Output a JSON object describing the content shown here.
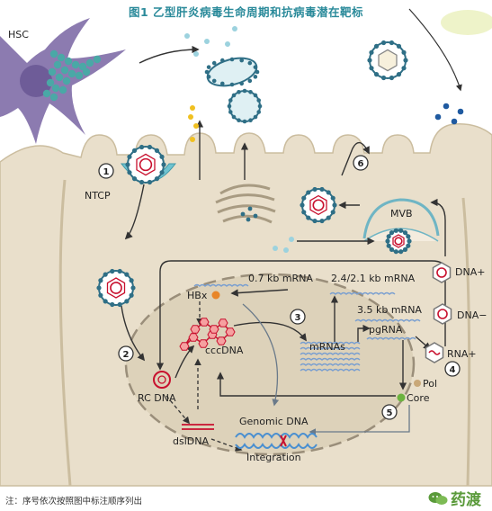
{
  "title": "图1  乙型肝炎病毒生命周期和抗病毒潜在靶标",
  "footnote": "注：序号依次按照图中标注顺序列出",
  "logo": {
    "text": "药渡"
  },
  "labels": {
    "hsc": "HSC",
    "ntcp": "NTCP",
    "mvb": "MVB",
    "hbx": "HBx",
    "mrna07": "0.7 kb mRNA",
    "mrna24": "2.4/2.1 kb mRNA",
    "mrna35": "3.5 kb mRNA",
    "pgrna": "pgRNA",
    "mrnas": "mRNAs",
    "cccdna": "cccDNA",
    "rcdna": "RC DNA",
    "dsldna": "dslDNA",
    "genomic": "Genomic DNA",
    "integration": "Integration",
    "pol": "Pol",
    "core": "Core",
    "rnaplus": "RNA+",
    "dnaminus": "DNA−",
    "dnaplus": "DNA+"
  },
  "steps": [
    "1",
    "2",
    "3",
    "4",
    "5",
    "6"
  ],
  "colors": {
    "background": "#ffffff",
    "cell": "#e9dfcb",
    "cell_outline": "#cbbd9f",
    "nucleus": "#ddd2ba",
    "hsc": "#8c7bb0",
    "particle": "#4aa8a6",
    "virion_ring": "#2f6f86",
    "capsid": "#c8102e",
    "ntcp": "#6fc3d0",
    "dna_strand": "#7a9fd0",
    "dot_blue": "#1f5aa0",
    "dot_yellow": "#f0c020",
    "hbx_orange": "#e8862a",
    "core_green": "#6cb33f",
    "title": "#2a8a9a",
    "logo": "#5a9a3a"
  }
}
